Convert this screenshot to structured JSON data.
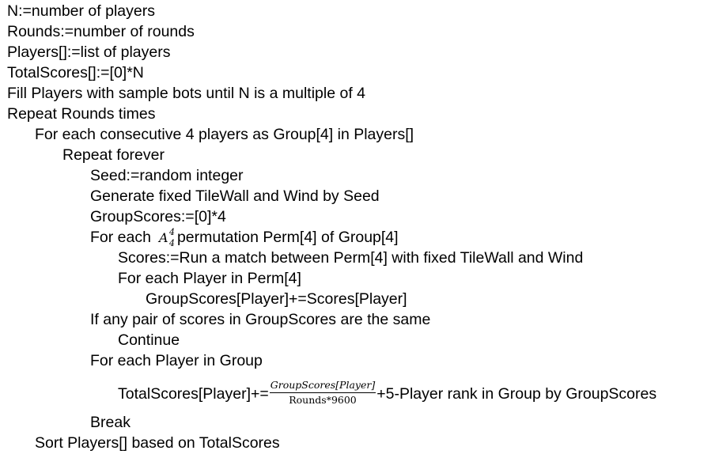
{
  "lines": [
    "N:=number of players",
    "Rounds:=number of rounds",
    "Players[]:=list of players",
    "TotalScores[]:=[0]*N",
    "Fill Players with sample bots until N is a multiple of 4",
    "Repeat Rounds times",
    "For each consecutive 4 players as Group[4] in Players[]",
    "Repeat forever",
    "Seed:=random integer",
    "Generate fixed TileWall and Wind by Seed",
    "GroupScores:=[0]*4",
    "Scores:=Run a match between Perm[4] with fixed TileWall and Wind",
    "For each Player in Perm[4]",
    "GroupScores[Player]+=Scores[Player]",
    "If any pair of scores in GroupScores are the same",
    "Continue",
    "For each Player in Group",
    "Break",
    "Sort Players[] based on TotalScores"
  ],
  "perm_line": {
    "prefix": "For each",
    "math_base": "A",
    "math_sup": "4",
    "math_sub": "4",
    "suffix": "permutation Perm[4] of Group[4]"
  },
  "total_line": {
    "prefix": "TotalScores[Player]+=",
    "frac_num": "GroupScores[Player]",
    "frac_den": "Rounds*9600",
    "suffix": "+5-Player rank in Group by GroupScores"
  }
}
